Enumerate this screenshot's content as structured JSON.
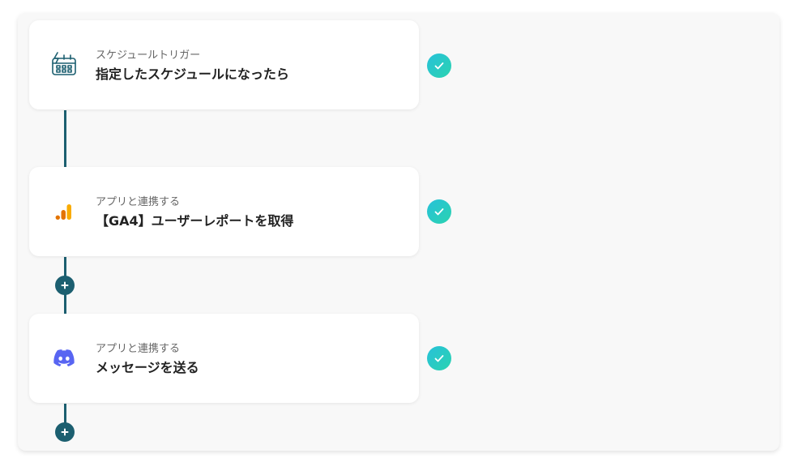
{
  "steps": [
    {
      "type_label": "スケジュールトリガー",
      "title": "指定したスケジュールになったら",
      "icon": "schedule-trigger-icon",
      "status": "complete"
    },
    {
      "type_label": "アプリと連携する",
      "title": "【GA4】ユーザーレポートを取得",
      "icon": "google-analytics-icon",
      "status": "complete"
    },
    {
      "type_label": "アプリと連携する",
      "title": "メッセージを送る",
      "icon": "discord-icon",
      "status": "complete"
    }
  ],
  "colors": {
    "connector": "#1c5f70",
    "check_start": "#27c1d9",
    "check_end": "#2bd3b0",
    "discord": "#5865F2",
    "ga_orange": "#F9AB00",
    "ga_dark": "#E37400"
  }
}
